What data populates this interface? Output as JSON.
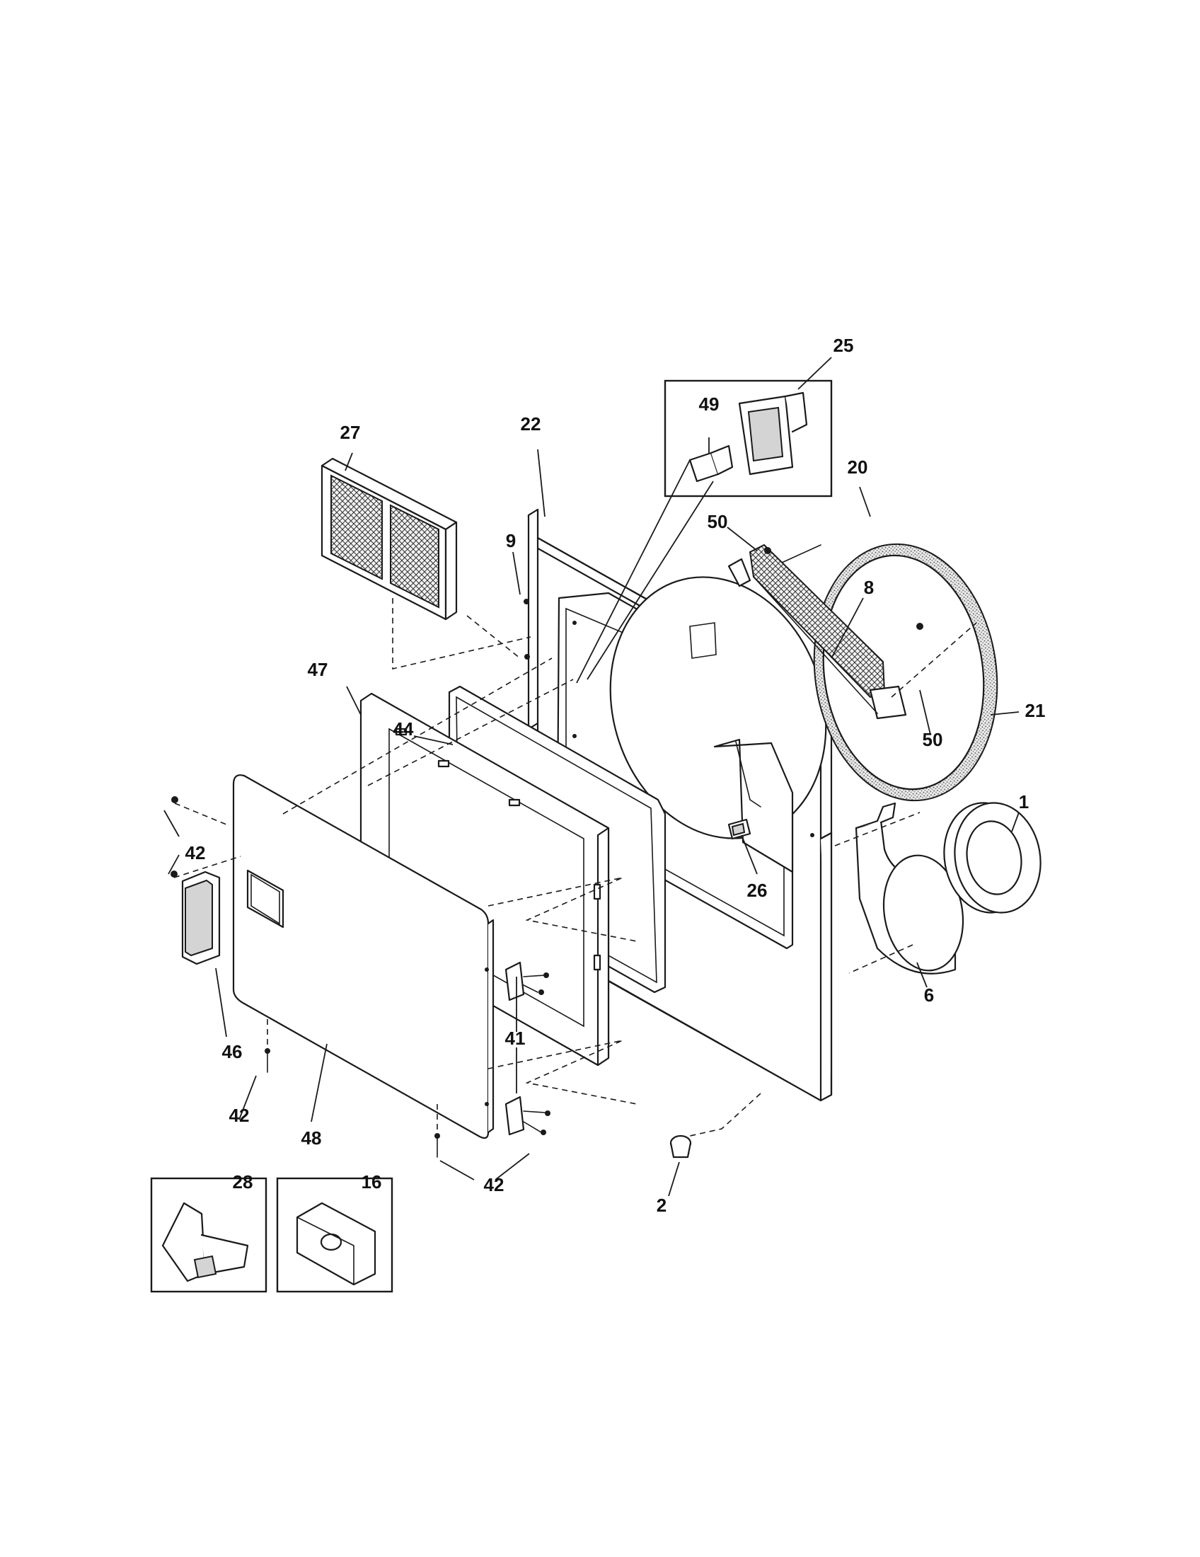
{
  "callouts": {
    "c1": "1",
    "c2": "2",
    "c6": "6",
    "c8": "8",
    "c9": "9",
    "c16": "16",
    "c20": "20",
    "c21": "21",
    "c22": "22",
    "c25": "25",
    "c26": "26",
    "c27": "27",
    "c28": "28",
    "c41": "41",
    "c42a": "42",
    "c42b": "42",
    "c42c": "42",
    "c44": "44",
    "c46": "46",
    "c47": "47",
    "c48": "48",
    "c49": "49",
    "c50a": "50",
    "c50b": "50"
  }
}
